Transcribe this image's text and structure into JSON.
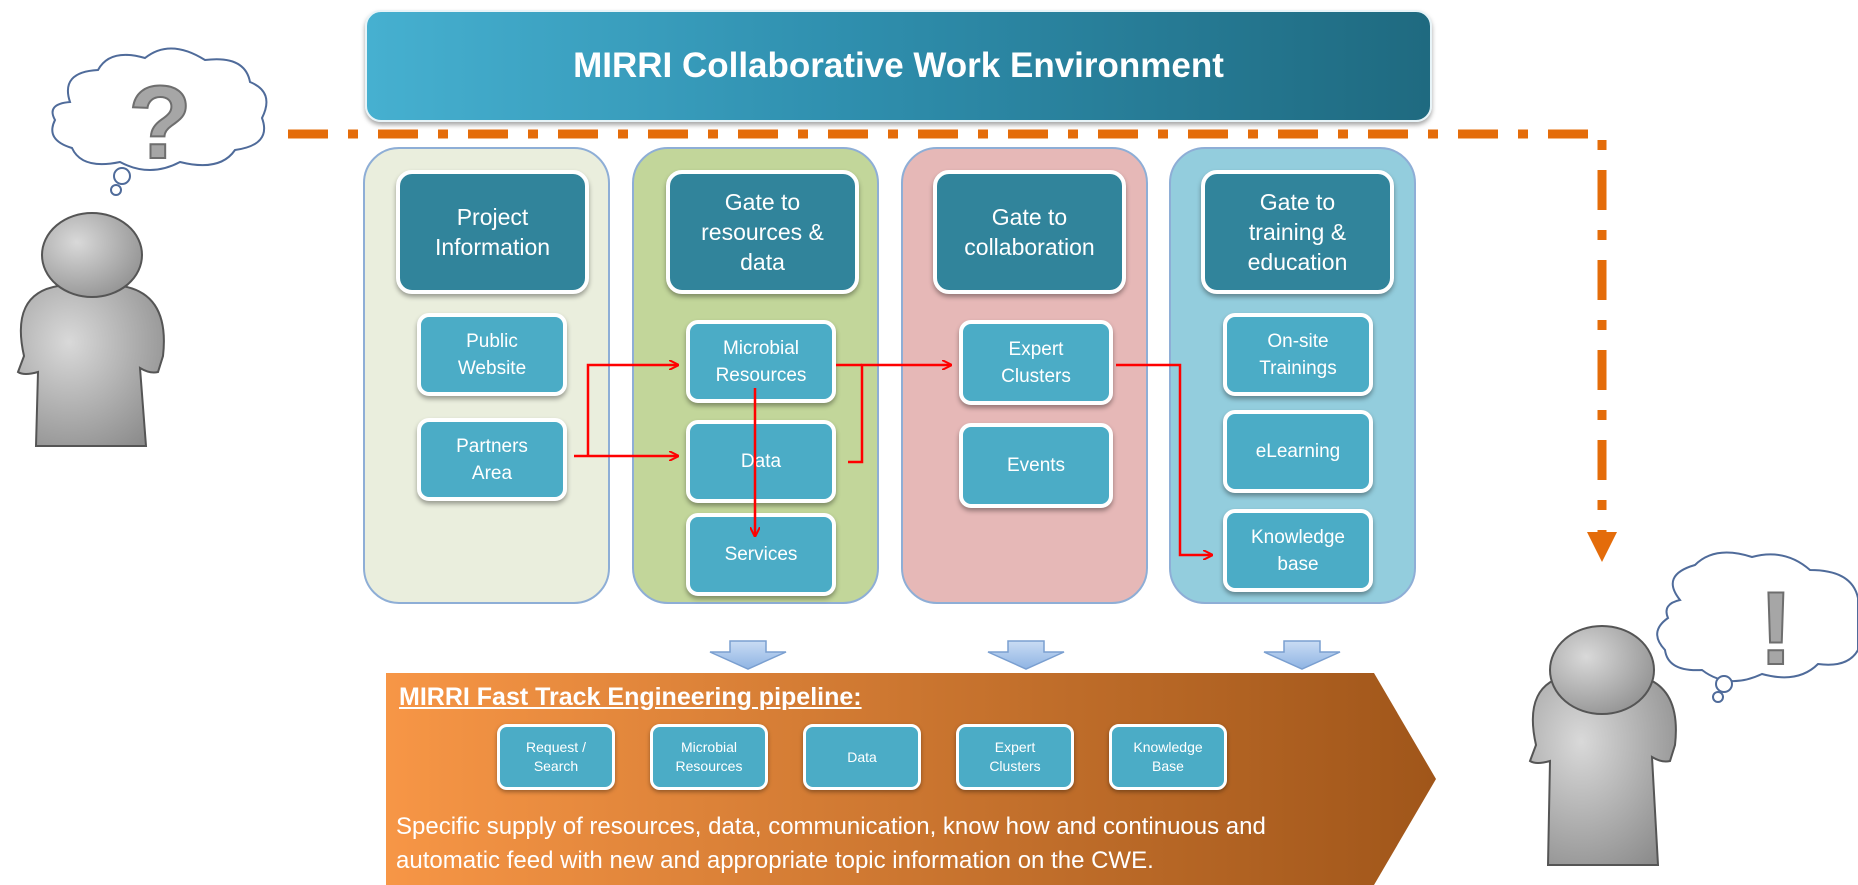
{
  "title": "MIRRI Collaborative Work Environment",
  "columns": [
    {
      "header": "Project\nInformation",
      "items": [
        "Public\nWebsite",
        "Partners\nArea"
      ]
    },
    {
      "header": "Gate to\nresources &\ndata",
      "items": [
        "Microbial\nResources",
        "Data",
        "Services"
      ]
    },
    {
      "header": "Gate to\ncollaboration",
      "items": [
        "Expert\nClusters",
        "Events"
      ]
    },
    {
      "header": "Gate to\ntraining &\neducation",
      "items": [
        "On-site\nTrainings",
        "eLearning",
        "Knowledge\nbase"
      ]
    }
  ],
  "pipeline": {
    "title": "MIRRI Fast Track Engineering pipeline:",
    "steps": [
      "Request  /\nSearch",
      "Microbial\nResources",
      "Data",
      "Expert\nClusters",
      "Knowledge\nBase"
    ],
    "description": "Specific supply of resources, data, communication, know how and continuous and\nautomatic feed with new and appropriate topic information on the CWE."
  },
  "thought_symbols": {
    "question": "?",
    "answer": "!"
  },
  "colors": {
    "header_box": "#31849b",
    "item_box": "#4bacc6",
    "column_1": "#eaeedd",
    "column_2": "#c2d69a",
    "column_3": "#e6b8b7",
    "column_4": "#93cddd",
    "flow_arrow": "#ff0000",
    "dashed_path": "#e46c0a",
    "pipeline_start": "#f79646",
    "pipeline_end": "#a0561a"
  }
}
